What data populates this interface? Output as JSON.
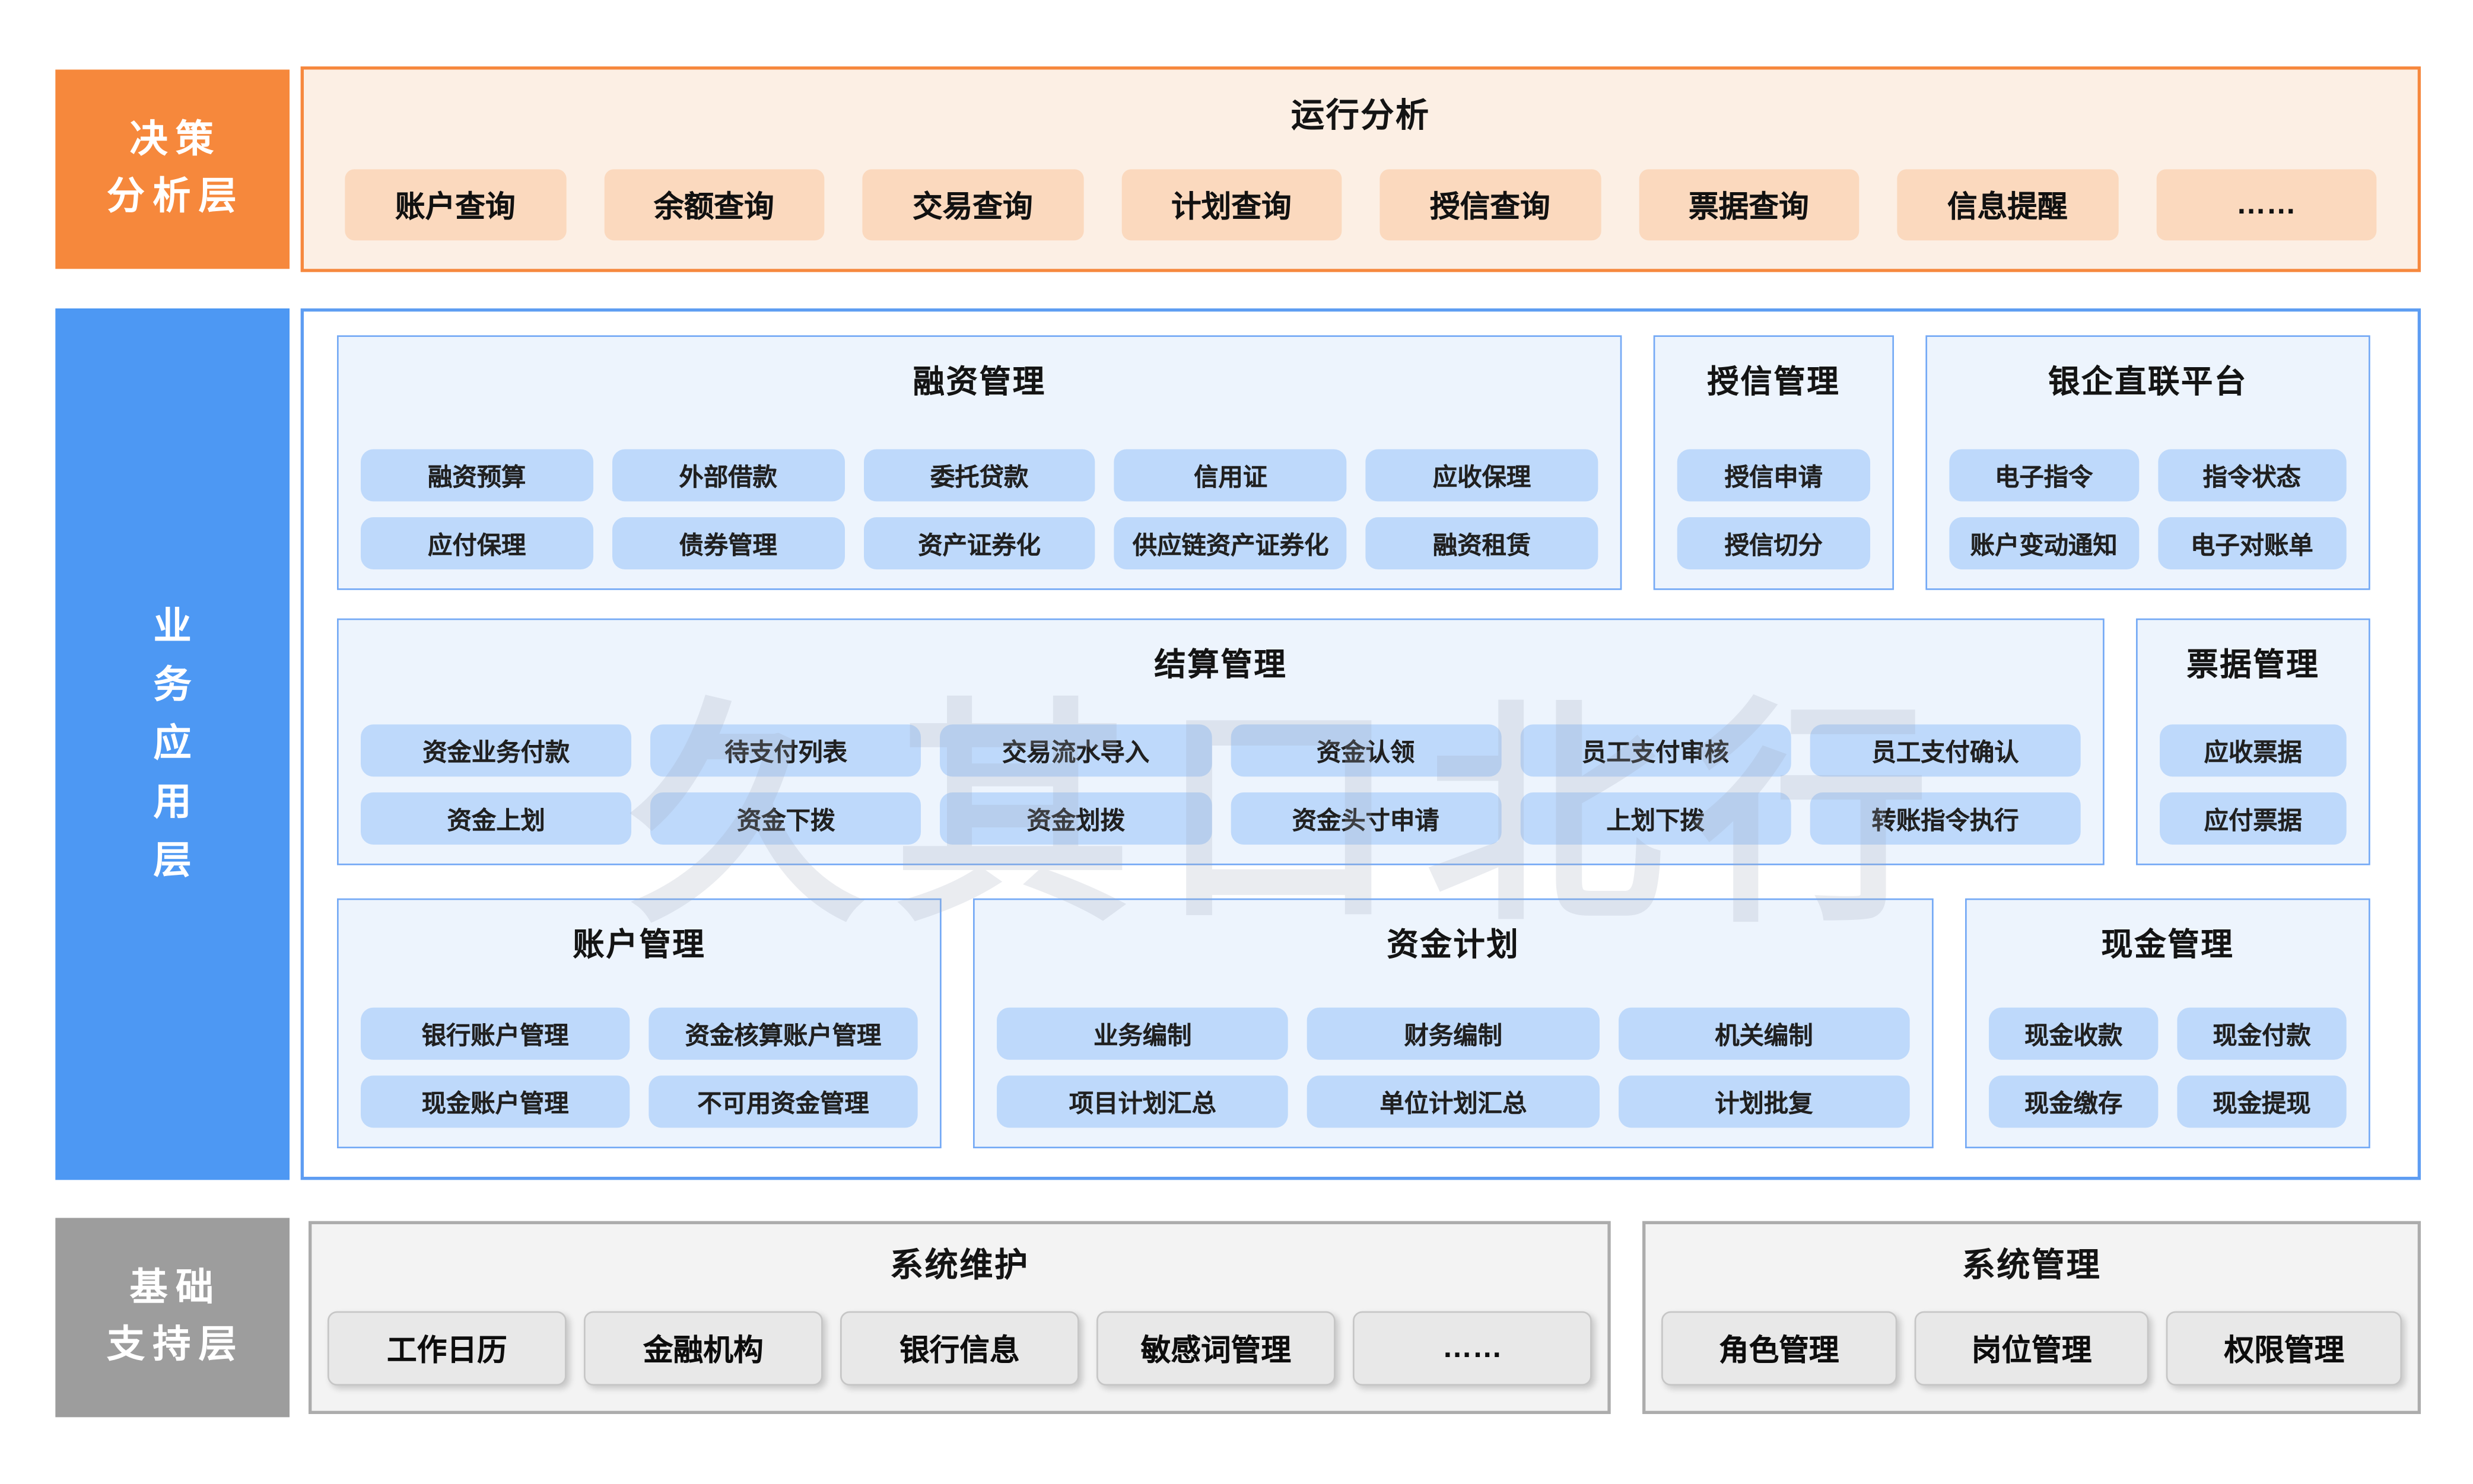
{
  "watermark": {
    "text": "久其口北行"
  },
  "colors": {
    "orange": "#F6883C",
    "orange_panel_bg": "#FCEFE4",
    "orange_button_bg": "#FBD9BE",
    "blue": "#4D98F3",
    "blue_panel_border": "#5E9DF2",
    "blue_section_bg": "#EDF4FD",
    "blue_section_border": "#74A9F5",
    "blue_button_bg": "#BED9FB",
    "gray_sidebar": "#9D9D9D",
    "gray_panel_bg": "#F3F3F3",
    "gray_button_bg": "#E8E8E8"
  },
  "layers": {
    "decision": {
      "sidebar_lines": [
        "决策",
        "分析层"
      ],
      "title": "运行分析",
      "buttons": [
        "账户查询",
        "余额查询",
        "交易查询",
        "计划查询",
        "授信查询",
        "票据查询",
        "信息提醒",
        "……"
      ]
    },
    "business": {
      "sidebar_label": "业务应用层",
      "sections": {
        "financing": {
          "title": "融资管理",
          "rows": [
            [
              "融资预算",
              "外部借款",
              "委托贷款",
              "信用证",
              "应收保理"
            ],
            [
              "应付保理",
              "债券管理",
              "资产证券化",
              "供应链资产证券化",
              "融资租赁"
            ]
          ]
        },
        "credit": {
          "title": "授信管理",
          "rows": [
            [
              "授信申请"
            ],
            [
              "授信切分"
            ]
          ]
        },
        "bank_link": {
          "title": "银企直联平台",
          "rows": [
            [
              "电子指令",
              "指令状态"
            ],
            [
              "账户变动通知",
              "电子对账单"
            ]
          ]
        },
        "settlement": {
          "title": "结算管理",
          "rows": [
            [
              "资金业务付款",
              "待支付列表",
              "交易流水导入",
              "资金认领",
              "员工支付审核",
              "员工支付确认"
            ],
            [
              "资金上划",
              "资金下拨",
              "资金划拨",
              "资金头寸申请",
              "上划下拨",
              "转账指令执行"
            ]
          ]
        },
        "bills": {
          "title": "票据管理",
          "rows": [
            [
              "应收票据"
            ],
            [
              "应付票据"
            ]
          ]
        },
        "account": {
          "title": "账户管理",
          "rows": [
            [
              "银行账户管理",
              "资金核算账户管理"
            ],
            [
              "现金账户管理",
              "不可用资金管理"
            ]
          ]
        },
        "plan": {
          "title": "资金计划",
          "rows": [
            [
              "业务编制",
              "财务编制",
              "机关编制"
            ],
            [
              "项目计划汇总",
              "单位计划汇总",
              "计划批复"
            ]
          ]
        },
        "cash": {
          "title": "现金管理",
          "rows": [
            [
              "现金收款",
              "现金付款"
            ],
            [
              "现金缴存",
              "现金提现"
            ]
          ]
        }
      }
    },
    "foundation": {
      "sidebar_lines": [
        "基础",
        "支持层"
      ],
      "sections": {
        "sys_maintenance": {
          "title": "系统维护",
          "buttons": [
            "工作日历",
            "金融机构",
            "银行信息",
            "敏感词管理",
            "……"
          ]
        },
        "sys_admin": {
          "title": "系统管理",
          "buttons": [
            "角色管理",
            "岗位管理",
            "权限管理"
          ]
        }
      }
    }
  }
}
